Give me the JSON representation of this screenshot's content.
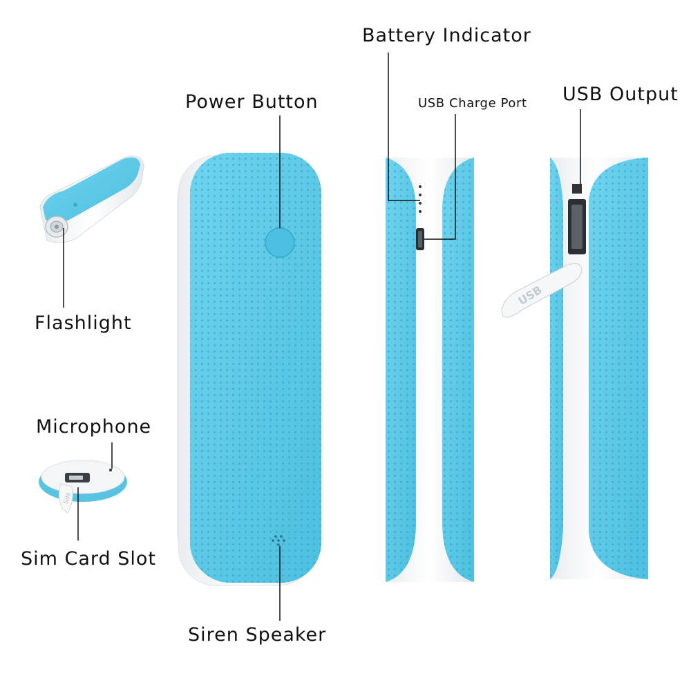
{
  "labels": {
    "battery_indicator": "Battery Indicator",
    "power_button": "Power Button",
    "usb_charge_port": "USB Charge Port",
    "usb_output": "USB Output",
    "flashlight": "Flashlight",
    "microphone": "Microphone",
    "sim_card_slot": "Sim Card Slot",
    "siren_speaker": "Siren Speaker"
  },
  "device_markings": {
    "cap_usb": "USB",
    "cap_sim": "SIM"
  },
  "colors": {
    "body_blue": "#5cc9e6",
    "body_blue_dark": "#3fb2d3",
    "white_shell": "#f4f6f8",
    "leader_line": "#111111",
    "text": "#111111"
  }
}
